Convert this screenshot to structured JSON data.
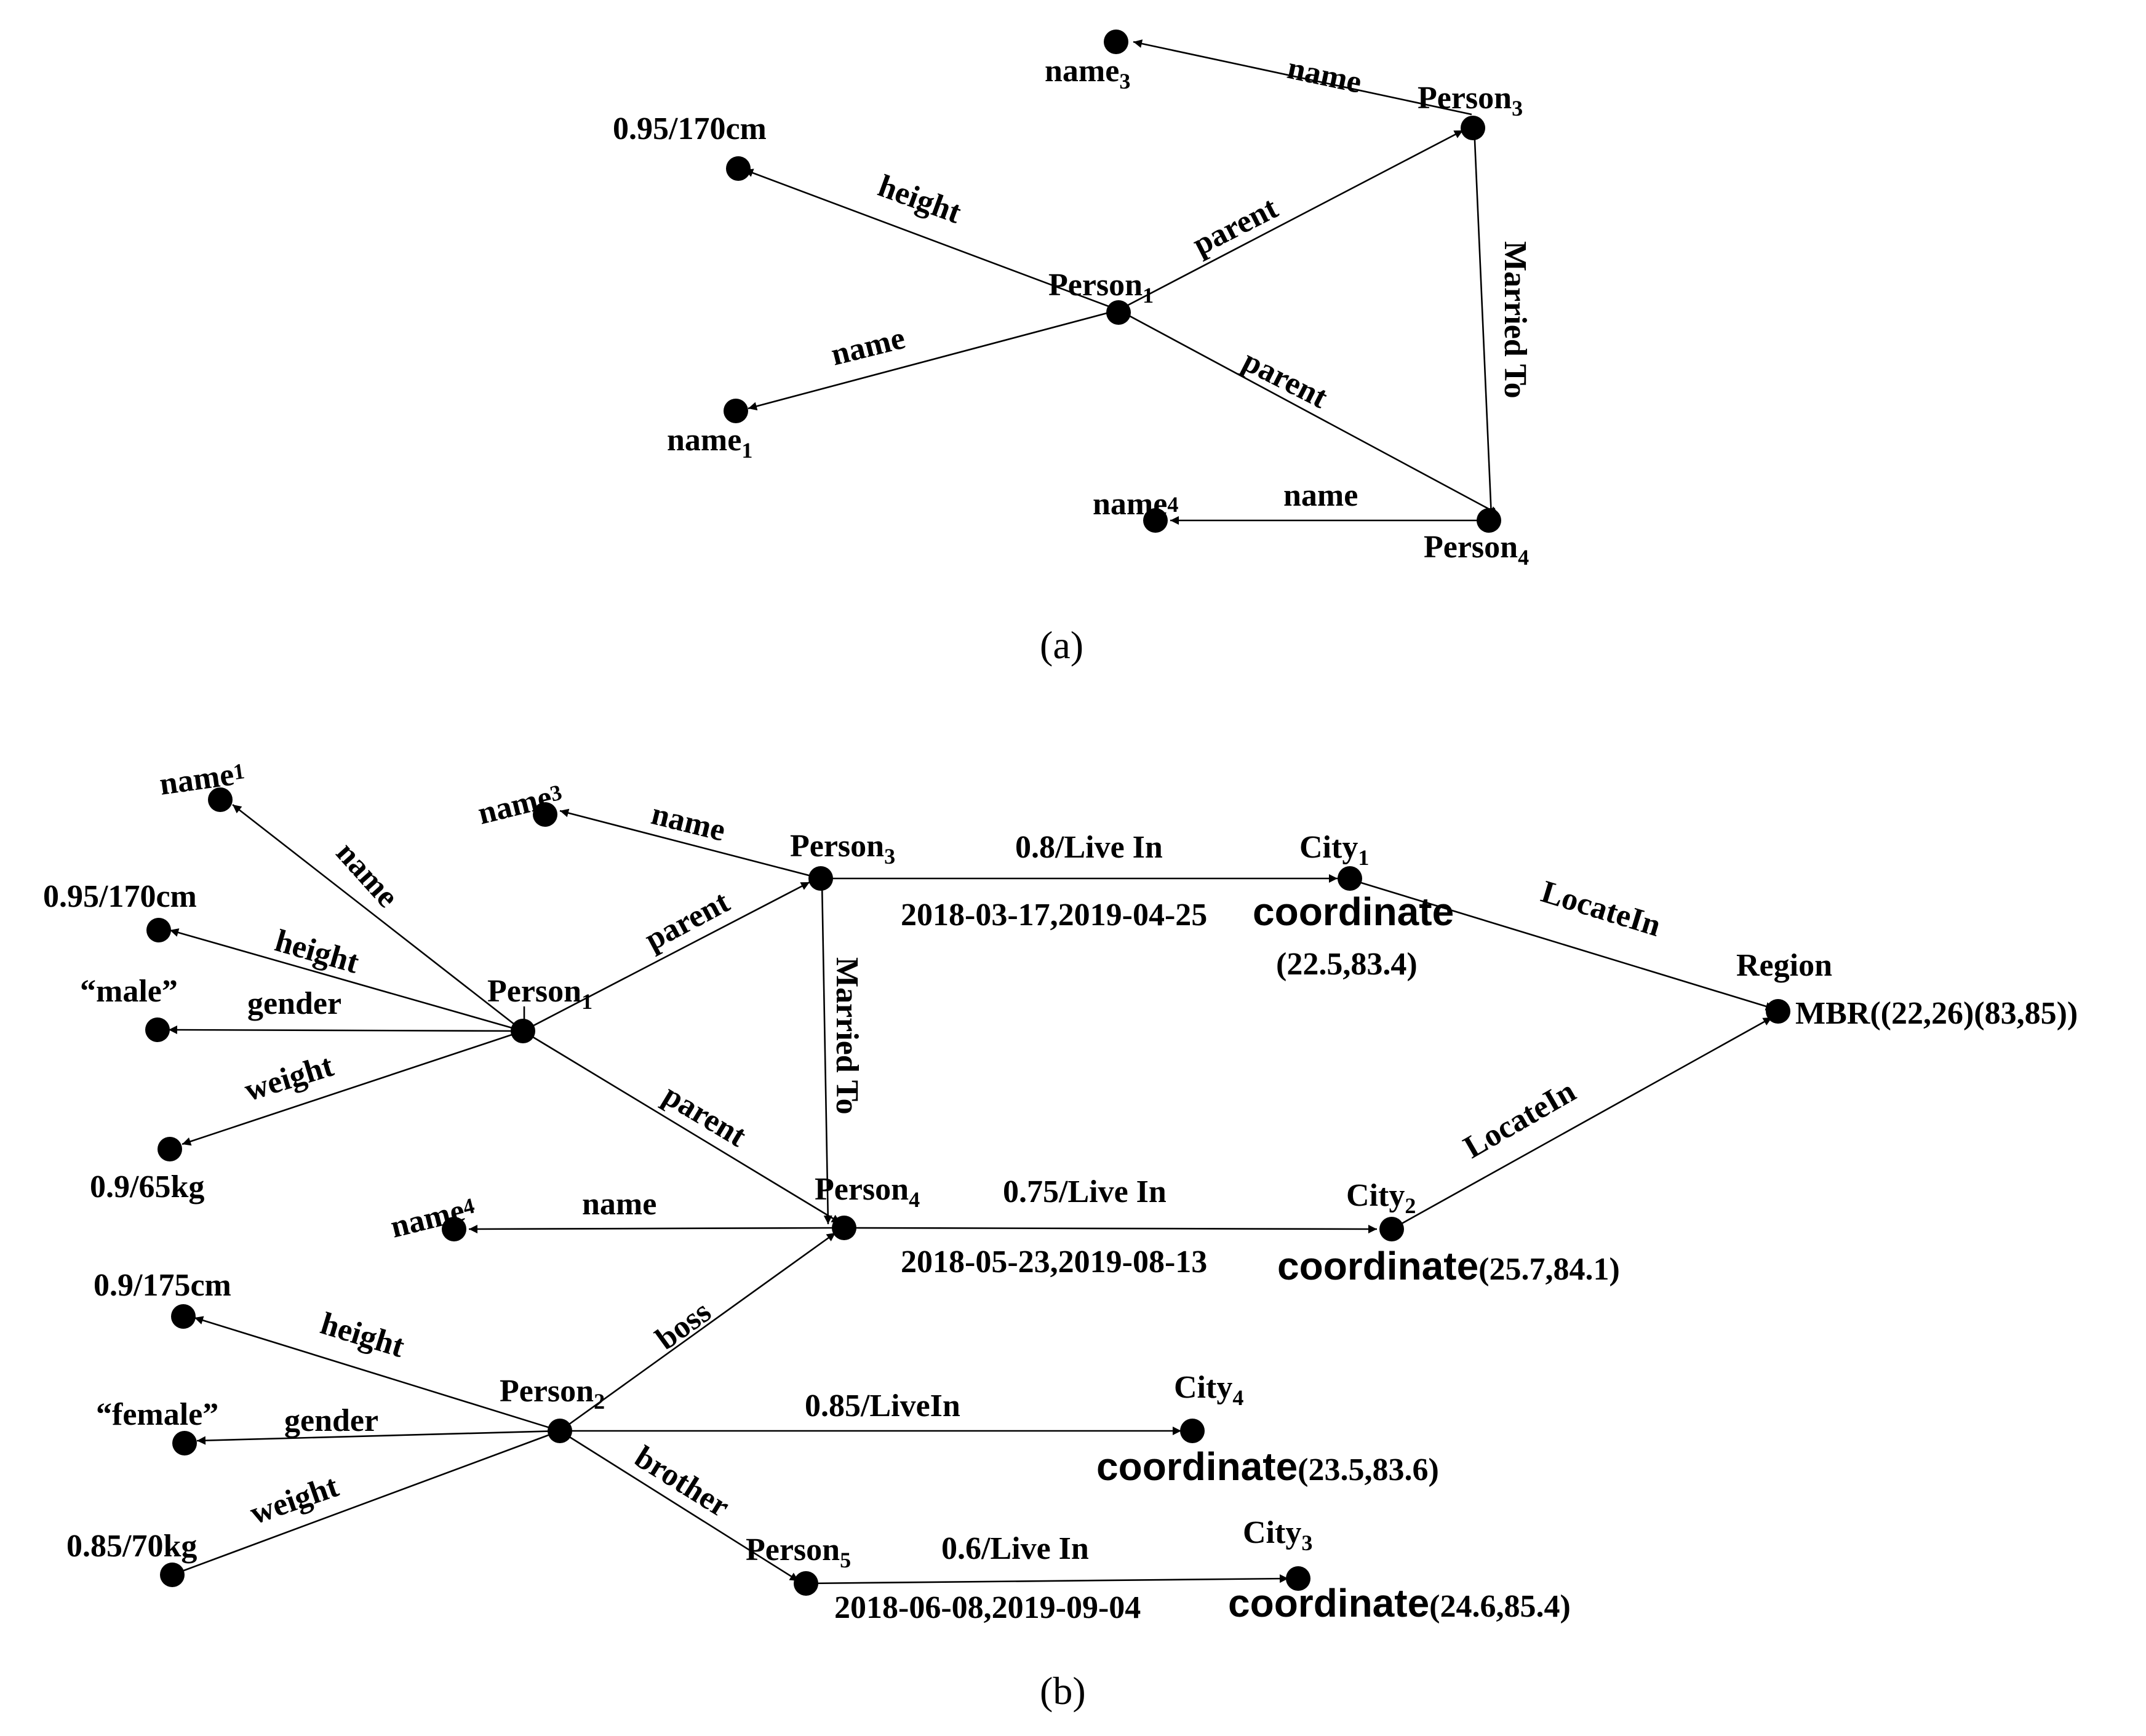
{
  "panel_a": {
    "caption": "(a)",
    "nodes": {
      "name3": {
        "base": "name",
        "sub": "3"
      },
      "person3": {
        "base": "Person",
        "sub": "3"
      },
      "height_val": {
        "base": "0.95/170cm",
        "sub": ""
      },
      "person1": {
        "base": "Person",
        "sub": "1"
      },
      "name1": {
        "base": "name",
        "sub": "1"
      },
      "name4": {
        "base": "name",
        "sub": "4"
      },
      "person4": {
        "base": "Person",
        "sub": "4"
      }
    },
    "edges": {
      "p3_name": "name",
      "p1_height": "height",
      "p1_parent_p3": "parent",
      "p1_name": "name",
      "p1_parent_p4": "parent",
      "p3_married_p4": "Married To",
      "p4_name": "name"
    }
  },
  "panel_b": {
    "caption": "(b)",
    "nodes": {
      "name1": {
        "base": "name",
        "sub": "1"
      },
      "name3": {
        "base": "name",
        "sub": "3"
      },
      "height1": {
        "base": "0.95/170cm",
        "sub": ""
      },
      "gender1": {
        "base": "“male”",
        "sub": ""
      },
      "weight1": {
        "base": "0.9/65kg",
        "sub": ""
      },
      "person1": {
        "base": "Person",
        "sub": "1"
      },
      "person3": {
        "base": "Person",
        "sub": "3"
      },
      "person4": {
        "base": "Person",
        "sub": "4"
      },
      "name4": {
        "base": "name",
        "sub": "4"
      },
      "height2": {
        "base": "0.9/175cm",
        "sub": ""
      },
      "gender2": {
        "base": "“female”",
        "sub": ""
      },
      "weight2": {
        "base": "0.85/70kg",
        "sub": ""
      },
      "person2": {
        "base": "Person",
        "sub": "2"
      },
      "person5": {
        "base": "Person",
        "sub": "5"
      },
      "city1": {
        "base": "City",
        "sub": "1"
      },
      "city2": {
        "base": "City",
        "sub": "2"
      },
      "city3": {
        "base": "City",
        "sub": "3"
      },
      "city4": {
        "base": "City",
        "sub": "4"
      },
      "region": {
        "base": "Region",
        "sub": ""
      }
    },
    "edges": {
      "p1_name": "name",
      "p1_height": "height",
      "p1_gender": "gender",
      "p1_weight": "weight",
      "p1_parent_p3": "parent",
      "p1_parent_p4": "parent",
      "p3_name": "name",
      "p3_married_p4": "Married To",
      "p4_name": "name",
      "p3_city1": "0.8/Live In",
      "p4_city2": "0.75/Live In",
      "p2_boss_p4": "boss",
      "p2_height": "height",
      "p2_gender": "gender",
      "p2_weight": "weight",
      "p2_city4": "0.85/LiveIn",
      "p2_brother_p5": "brother",
      "p5_city3": "0.6/Live In",
      "city1_region": "LocateIn",
      "city2_region": "LocateIn"
    },
    "edge_dates": {
      "p3_city1": "2018-03-17,2019-04-25",
      "p4_city2": "2018-05-23,2019-08-13",
      "p5_city3": "2018-06-08,2019-09-04"
    },
    "coordinates": {
      "word": "coordinate",
      "city1": "(22.5,83.4)",
      "city2": "(25.7,84.1)",
      "city3": "(24.6,85.4)",
      "city4": "(23.5,83.6)"
    },
    "region_mbr": "MBR((22,26)(83,85))"
  }
}
